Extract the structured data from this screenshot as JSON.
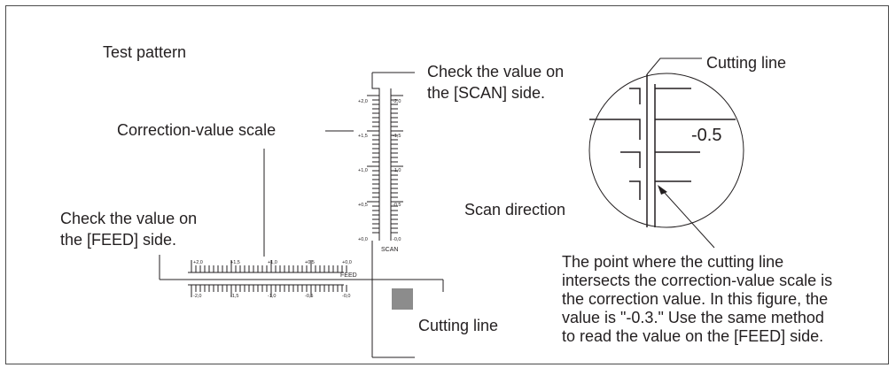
{
  "labels": {
    "test_pattern": "Test pattern",
    "check_scan_line1": "Check the value on",
    "check_scan_line2": "the [SCAN] side.",
    "correction_scale": "Correction-value scale",
    "check_feed_line1": "Check the value on",
    "check_feed_line2": "the [FEED] side.",
    "cutting_line_bottom": "Cutting line",
    "cutting_line_top": "Cutting line",
    "scan_direction": "Scan direction",
    "zoom_value": "-0.5",
    "note": [
      "The point where the cutting line",
      "intersects the correction-value scale is",
      "the correction value. In this figure, the",
      "value is \"-0.3.\" Use the same method",
      "to read the value on the [FEED] side."
    ]
  },
  "scales": {
    "scan_axis_name": "SCAN",
    "scan_left_labels": [
      "+2,0",
      "+1,5",
      "+1,0",
      "+0,5",
      "+0,0"
    ],
    "scan_right_labels": [
      "-2,0",
      "-1,5",
      "-1,0",
      "-0,5",
      "-0,0"
    ],
    "feed_axis_name": "FEED",
    "feed_top_labels": [
      "+2,0",
      "+1,5",
      "+1,0",
      "+0,5",
      "+0,0"
    ],
    "feed_bottom_labels": [
      "-2,0",
      "-1,5",
      "-1,0",
      "-0,5",
      "-0,0"
    ]
  },
  "colors": {
    "line": "#231f20",
    "frame": "#4a4a4a",
    "square": "#8c8c8c"
  }
}
